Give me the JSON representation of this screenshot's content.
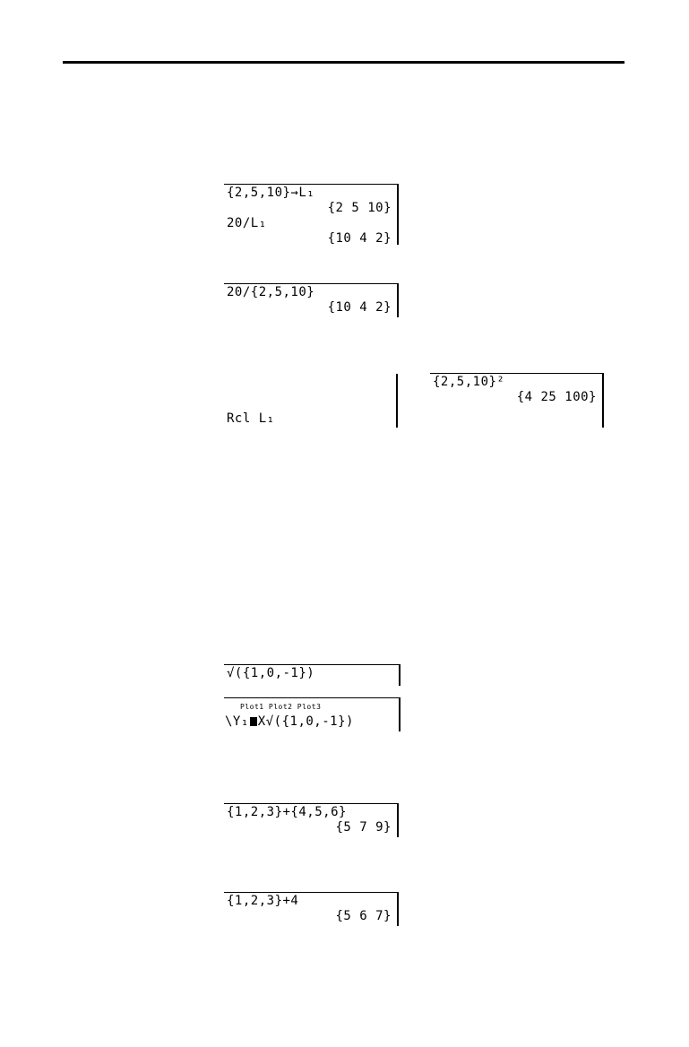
{
  "screens": {
    "s1": {
      "l1": "{2,5,10}→L₁",
      "l2": "{2 5 10}",
      "l3": "20/L₁",
      "l4": "{10 4 2}"
    },
    "s2": {
      "l1": "20/{2,5,10}",
      "l2": "{10 4 2}"
    },
    "s3_left": {
      "l1": "Rcl L₁"
    },
    "s3_right": {
      "l1": "{2,5,10}²",
      "l2": "{4 25 100}"
    },
    "s4": {
      "l1": "√({1,0,-1})"
    },
    "s5": {
      "plots": "Plot1 Plot2 Plot3",
      "eq_prefix": "\\Y₁",
      "eq_suffix": "X√({1,0,-1})"
    },
    "s6": {
      "l1": "{1,2,3}+{4,5,6}",
      "l2": "{5 7 9}"
    },
    "s7": {
      "l1": "{1,2,3}+4",
      "l2": "{5 6 7}"
    }
  }
}
